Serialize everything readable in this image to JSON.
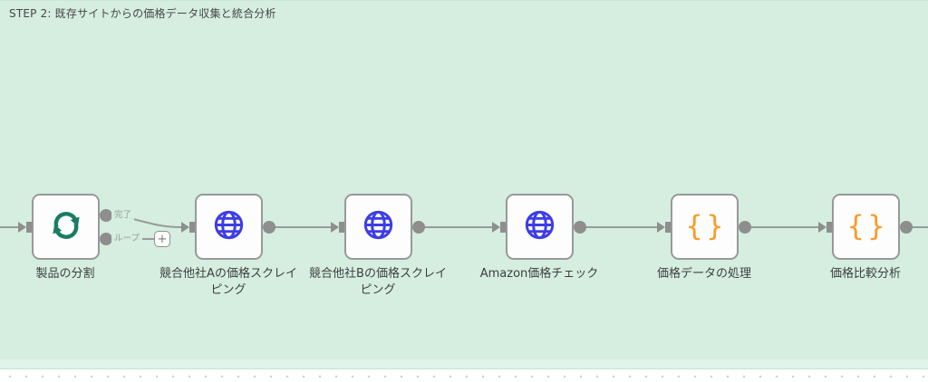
{
  "canvas": {
    "background_color": "#ffffff",
    "dot_grid_color": "#d2d2d2"
  },
  "sticky_note": {
    "title": "STEP 2: 既存サイトからの価格データ収集と統合分析",
    "color": "#d5eedf",
    "light_strip_color": "#e1f4e9",
    "border_color": "#c2e2d0"
  },
  "workflow": {
    "nodes": [
      {
        "label": "製品の分割",
        "icon": "loop-icon",
        "icon_color": "#187d63",
        "outputs": [
          "完了",
          "ループ"
        ]
      },
      {
        "label": "競合他社Aの価格スクレイ\nピング",
        "icon": "globe-icon",
        "icon_color": "#3d3de8"
      },
      {
        "label": "競合他社Bの価格スクレイ\nピング",
        "icon": "globe-icon",
        "icon_color": "#3d3de8"
      },
      {
        "label": "Amazon価格チェック",
        "icon": "globe-icon",
        "icon_color": "#3d3de8"
      },
      {
        "label": "価格データの処理",
        "icon": "code-icon",
        "icon_color": "#fa9b28"
      },
      {
        "label": "価格比較分析",
        "icon": "code-icon",
        "icon_color": "#fa9b28"
      }
    ],
    "output_labels": {
      "done": "完了",
      "loop": "ループ"
    },
    "plus_button_label": "+",
    "code_icon_glyph": "{}",
    "connector_color": "#8e8e8e",
    "line_color": "#9a9a9a",
    "node_border_color": "#97999b"
  }
}
